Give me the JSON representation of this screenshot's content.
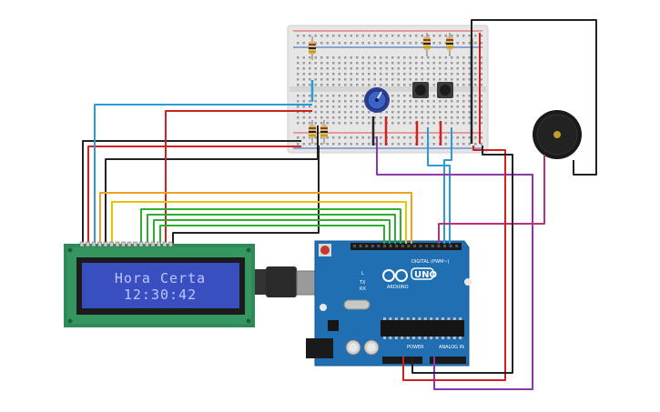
{
  "lcd": {
    "line1": "Hora Certa",
    "line2": "12:30:42"
  },
  "arduino": {
    "brand": "ARDUINO",
    "model": "UNO",
    "digital_label": "DIGITAL (PWM~)",
    "power_label": "POWER",
    "analog_label": "ANALOG IN",
    "tx_label": "TX",
    "rx_label": "RX",
    "l_label": "L"
  },
  "colors": {
    "breadboard": "#e6e6e6",
    "lcd_pcb": "#2e8b57",
    "lcd_screen": "#3a4fbf",
    "arduino": "#1f6fb2",
    "wire_red": "#d02020",
    "wire_black": "#222222",
    "wire_blue": "#2a9bd6",
    "wire_green": "#2fae2f",
    "wire_orange": "#f0a020",
    "wire_yellow": "#e6c400",
    "wire_purple": "#8a3aa8",
    "wire_magenta": "#c0307a"
  },
  "components": [
    "breadboard",
    "potentiometer",
    "pushbutton",
    "pushbutton",
    "resistor",
    "piezo-buzzer",
    "lcd-16x2",
    "arduino-uno"
  ]
}
